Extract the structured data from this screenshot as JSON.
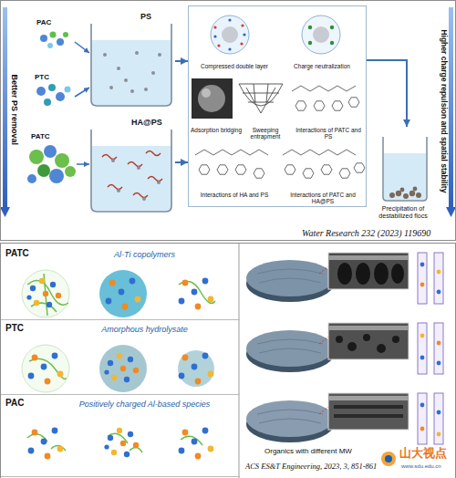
{
  "diagram": {
    "nodes": [
      {
        "text": [
          "Water Research 232 (2023) 119690"
        ]
      },
      {
        "text": [
          "PS"
        ],
        "in": 0
      },
      {
        "text": [
          "HA@PS"
        ],
        "in": 0
      },
      {
        "text": [
          "Compressed double layer",
          "Charge neutralization",
          "Adsorption bridging",
          "Sweeping entrapment",
          "Interactions of PATC and PS",
          "Interactions of HA and PS",
          "Interactions of PATC and HA@PS"
        ],
        "in": 0
      },
      {
        "text": [
          "Precipitation of destabilized flocs"
        ],
        "in": 0
      },
      {
        "text": [
          "ACS ES&T Engineering, 2023, 3, 851-861"
        ]
      },
      {
        "text": [
          "PATC",
          "Al-Ti copolymers"
        ],
        "in": 5
      },
      {
        "text": [
          "PTC",
          "Amorphous hydrolysate"
        ],
        "in": 5
      },
      {
        "text": [
          "PAC",
          "Positively charged Al-based species"
        ],
        "in": 5
      }
    ],
    "edges": [
      {
        "from": 1,
        "to": 3,
        "arrow": "to"
      },
      {
        "from": 2,
        "to": 3,
        "arrow": "to"
      },
      {
        "from": 3,
        "to": 4,
        "arrow": "to"
      }
    ],
    "labels": [
      "PAC",
      "PTC",
      "PATC",
      "Better PS removal",
      "Higher charge repulsion and spatial stability",
      "Organics with different MW",
      "山大视点",
      "www.sdu.edu.cn"
    ]
  }
}
